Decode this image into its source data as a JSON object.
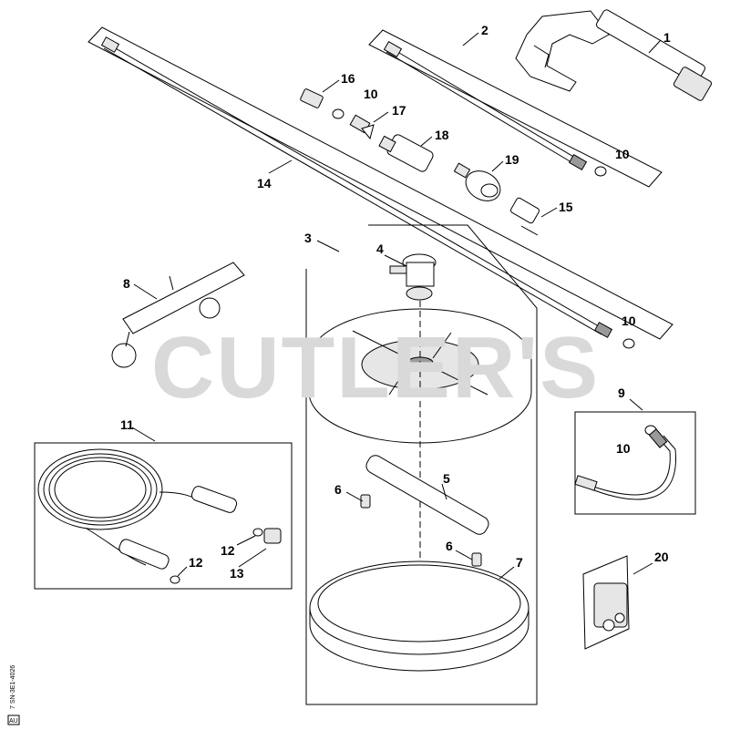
{
  "watermark": "CUTLER'S",
  "drawing_code": "7 SN-3E1-4026",
  "drawing_code_box": "AU",
  "callouts": [
    {
      "id": "c1",
      "label": "1"
    },
    {
      "id": "c2",
      "label": "2"
    },
    {
      "id": "c3",
      "label": "3"
    },
    {
      "id": "c4",
      "label": "4"
    },
    {
      "id": "c5",
      "label": "5"
    },
    {
      "id": "c6a",
      "label": "6"
    },
    {
      "id": "c6b",
      "label": "6"
    },
    {
      "id": "c7",
      "label": "7"
    },
    {
      "id": "c8",
      "label": "8"
    },
    {
      "id": "c9",
      "label": "9"
    },
    {
      "id": "c10a",
      "label": "10"
    },
    {
      "id": "c10b",
      "label": "10"
    },
    {
      "id": "c10c",
      "label": "10"
    },
    {
      "id": "c10d",
      "label": "10"
    },
    {
      "id": "c11",
      "label": "11"
    },
    {
      "id": "c12a",
      "label": "12"
    },
    {
      "id": "c12b",
      "label": "12"
    },
    {
      "id": "c13",
      "label": "13"
    },
    {
      "id": "c14",
      "label": "14"
    },
    {
      "id": "c15",
      "label": "15"
    },
    {
      "id": "c16",
      "label": "16"
    },
    {
      "id": "c17",
      "label": "17"
    },
    {
      "id": "c18",
      "label": "18"
    },
    {
      "id": "c19",
      "label": "19"
    },
    {
      "id": "c20",
      "label": "20"
    }
  ]
}
